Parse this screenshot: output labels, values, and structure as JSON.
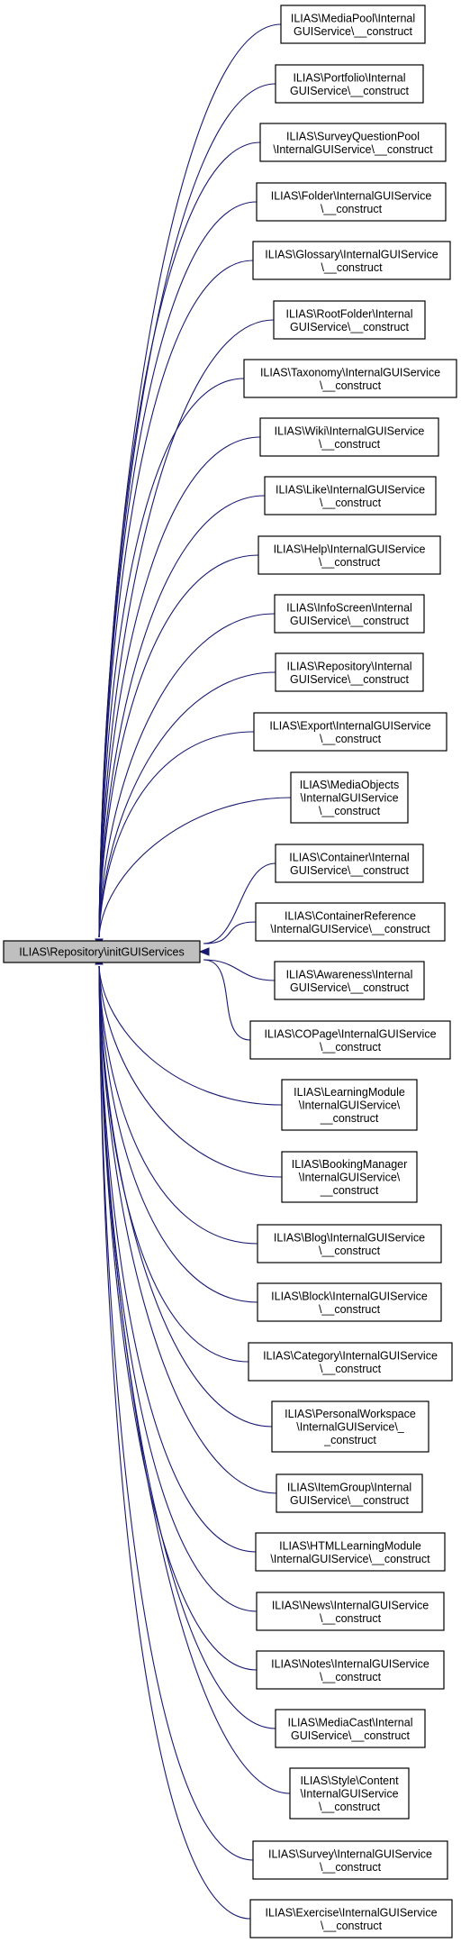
{
  "root": {
    "label": "ILIAS\\Repository\\initGUIServices"
  },
  "callers": [
    {
      "lines": [
        "ILIAS\\MediaPool\\Internal",
        "GUIService\\__construct"
      ]
    },
    {
      "lines": [
        "ILIAS\\Portfolio\\Internal",
        "GUIService\\__construct"
      ]
    },
    {
      "lines": [
        "ILIAS\\SurveyQuestionPool",
        "\\InternalGUIService\\__construct"
      ]
    },
    {
      "lines": [
        "ILIAS\\Folder\\InternalGUIService",
        "\\__construct"
      ]
    },
    {
      "lines": [
        "ILIAS\\Glossary\\InternalGUIService",
        "\\__construct"
      ]
    },
    {
      "lines": [
        "ILIAS\\RootFolder\\Internal",
        "GUIService\\__construct"
      ]
    },
    {
      "lines": [
        "ILIAS\\Taxonomy\\InternalGUIService",
        "\\__construct"
      ]
    },
    {
      "lines": [
        "ILIAS\\Wiki\\InternalGUIService",
        "\\__construct"
      ]
    },
    {
      "lines": [
        "ILIAS\\Like\\InternalGUIService",
        "\\__construct"
      ]
    },
    {
      "lines": [
        "ILIAS\\Help\\InternalGUIService",
        "\\__construct"
      ]
    },
    {
      "lines": [
        "ILIAS\\InfoScreen\\Internal",
        "GUIService\\__construct"
      ]
    },
    {
      "lines": [
        "ILIAS\\Repository\\Internal",
        "GUIService\\__construct"
      ]
    },
    {
      "lines": [
        "ILIAS\\Export\\InternalGUIService",
        "\\__construct"
      ]
    },
    {
      "lines": [
        "ILIAS\\MediaObjects",
        "\\InternalGUIService",
        "\\__construct"
      ]
    },
    {
      "lines": [
        "ILIAS\\Container\\Internal",
        "GUIService\\__construct"
      ]
    },
    {
      "lines": [
        "ILIAS\\ContainerReference",
        "\\InternalGUIService\\__construct"
      ]
    },
    {
      "lines": [
        "ILIAS\\Awareness\\Internal",
        "GUIService\\__construct"
      ]
    },
    {
      "lines": [
        "ILIAS\\COPage\\InternalGUIService",
        "\\__construct"
      ]
    },
    {
      "lines": [
        "ILIAS\\LearningModule",
        "\\InternalGUIService\\",
        "__construct"
      ]
    },
    {
      "lines": [
        "ILIAS\\BookingManager",
        "\\InternalGUIService\\",
        "__construct"
      ]
    },
    {
      "lines": [
        "ILIAS\\Blog\\InternalGUIService",
        "\\__construct"
      ]
    },
    {
      "lines": [
        "ILIAS\\Block\\InternalGUIService",
        "\\__construct"
      ]
    },
    {
      "lines": [
        "ILIAS\\Category\\InternalGUIService",
        "\\__construct"
      ]
    },
    {
      "lines": [
        "ILIAS\\PersonalWorkspace",
        "\\InternalGUIService\\_",
        "_construct"
      ]
    },
    {
      "lines": [
        "ILIAS\\ItemGroup\\Internal",
        "GUIService\\__construct"
      ]
    },
    {
      "lines": [
        "ILIAS\\HTMLLearningModule",
        "\\InternalGUIService\\__construct"
      ]
    },
    {
      "lines": [
        "ILIAS\\News\\InternalGUIService",
        "\\__construct"
      ]
    },
    {
      "lines": [
        "ILIAS\\Notes\\InternalGUIService",
        "\\__construct"
      ]
    },
    {
      "lines": [
        "ILIAS\\MediaCast\\Internal",
        "GUIService\\__construct"
      ]
    },
    {
      "lines": [
        "ILIAS\\Style\\Content",
        "\\InternalGUIService",
        "\\__construct"
      ]
    },
    {
      "lines": [
        "ILIAS\\Survey\\InternalGUIService",
        "\\__construct"
      ]
    },
    {
      "lines": [
        "ILIAS\\Exercise\\InternalGUIService",
        "\\__construct"
      ]
    }
  ]
}
